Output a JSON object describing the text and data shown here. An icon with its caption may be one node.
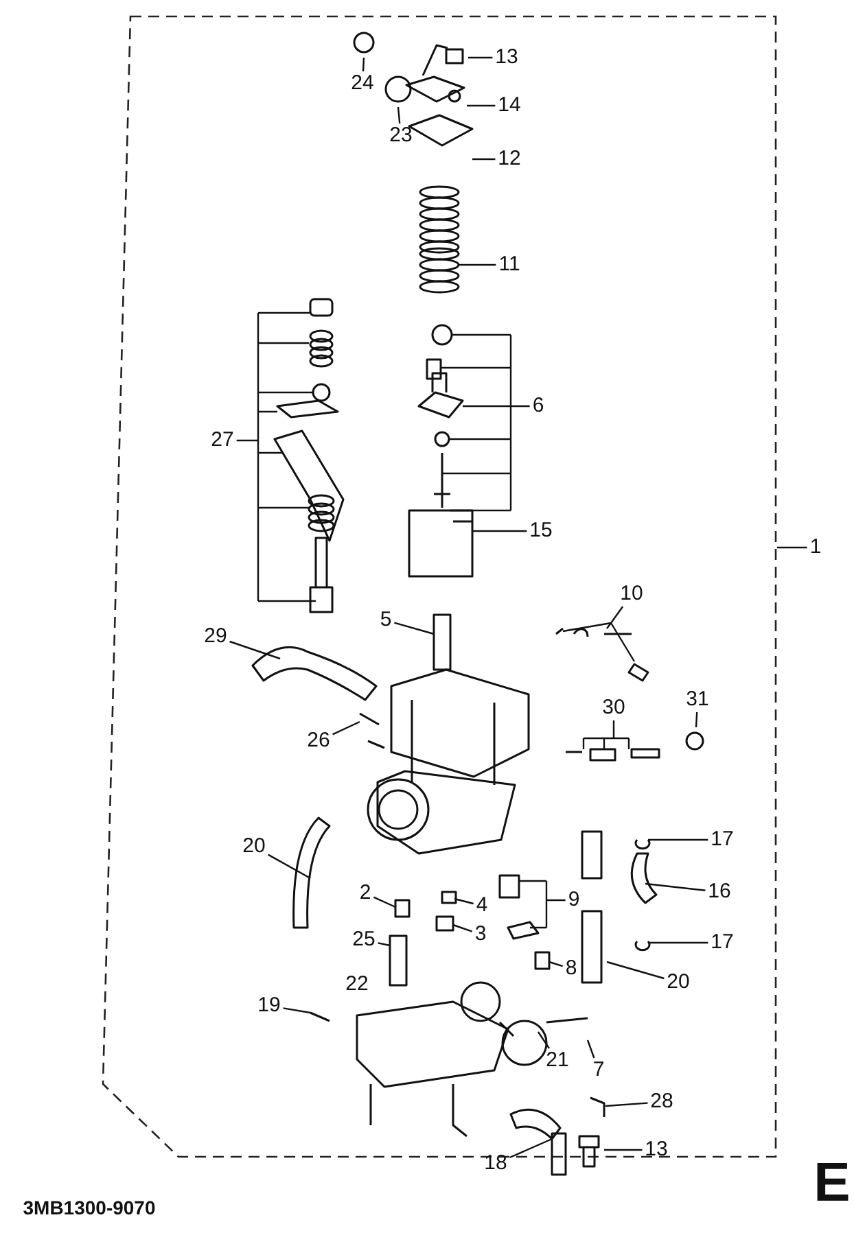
{
  "diagram": {
    "nodes": [
      {
        "text": [
          "24"
        ]
      },
      {
        "text": [
          "23"
        ]
      },
      {
        "text": [
          "13"
        ]
      },
      {
        "text": [
          "14"
        ]
      },
      {
        "text": [
          "12"
        ]
      },
      {
        "text": [
          "11"
        ]
      },
      {
        "text": [
          "27"
        ]
      },
      {
        "text": [
          "6"
        ]
      },
      {
        "text": [
          "15"
        ]
      },
      {
        "text": [
          "1"
        ]
      },
      {
        "text": [
          "10"
        ]
      },
      {
        "text": [
          "5"
        ]
      },
      {
        "text": [
          "29"
        ]
      },
      {
        "text": [
          "31"
        ]
      },
      {
        "text": [
          "26"
        ]
      },
      {
        "text": [
          "30"
        ]
      },
      {
        "text": [
          "20"
        ]
      },
      {
        "text": [
          "17"
        ]
      },
      {
        "text": [
          "16"
        ]
      },
      {
        "text": [
          "2"
        ]
      },
      {
        "text": [
          "4"
        ]
      },
      {
        "text": [
          "9"
        ]
      },
      {
        "text": [
          "3"
        ]
      },
      {
        "text": [
          "17"
        ]
      },
      {
        "text": [
          "8"
        ]
      },
      {
        "text": [
          "20"
        ]
      },
      {
        "text": [
          "25"
        ]
      },
      {
        "text": [
          "19"
        ]
      },
      {
        "text": [
          "21"
        ]
      },
      {
        "text": [
          "7"
        ]
      },
      {
        "text": [
          "28"
        ]
      },
      {
        "text": [
          "18"
        ]
      },
      {
        "text": [
          "13"
        ]
      }
    ],
    "edges": [
      {
        "from": 0,
        "to": null,
        "arrow": "none"
      },
      {
        "from": 1,
        "to": null,
        "arrow": "none"
      },
      {
        "from": 2,
        "to": null,
        "arrow": "none"
      },
      {
        "from": 3,
        "to": null,
        "arrow": "none"
      },
      {
        "from": 4,
        "to": null,
        "arrow": "none"
      },
      {
        "from": 5,
        "to": null,
        "arrow": "none"
      },
      {
        "from": 6,
        "to": null,
        "arrow": "none"
      },
      {
        "from": 7,
        "to": null,
        "arrow": "none"
      },
      {
        "from": 8,
        "to": null,
        "arrow": "none"
      },
      {
        "from": 9,
        "to": null,
        "arrow": "none"
      },
      {
        "from": 10,
        "to": null,
        "arrow": "none"
      },
      {
        "from": 11,
        "to": null,
        "arrow": "none"
      },
      {
        "from": 12,
        "to": null,
        "arrow": "none"
      },
      {
        "from": 13,
        "to": null,
        "arrow": "none"
      },
      {
        "from": 14,
        "to": null,
        "arrow": "none"
      },
      {
        "from": 15,
        "to": null,
        "arrow": "none"
      },
      {
        "from": 16,
        "to": null,
        "arrow": "none"
      },
      {
        "from": 17,
        "to": null,
        "arrow": "none"
      },
      {
        "from": 18,
        "to": null,
        "arrow": "none"
      },
      {
        "from": 19,
        "to": null,
        "arrow": "none"
      },
      {
        "from": 20,
        "to": null,
        "arrow": "none"
      },
      {
        "from": 21,
        "to": null,
        "arrow": "none"
      },
      {
        "from": 22,
        "to": null,
        "arrow": "none"
      },
      {
        "from": 23,
        "to": null,
        "arrow": "none"
      },
      {
        "from": 24,
        "to": null,
        "arrow": "none"
      },
      {
        "from": 25,
        "to": null,
        "arrow": "none"
      },
      {
        "from": 26,
        "to": null,
        "arrow": "none"
      },
      {
        "from": 27,
        "to": null,
        "arrow": "none"
      },
      {
        "from": 28,
        "to": null,
        "arrow": "none"
      },
      {
        "from": 29,
        "to": null,
        "arrow": "none"
      },
      {
        "from": 30,
        "to": null,
        "arrow": "none"
      },
      {
        "from": 31,
        "to": null,
        "arrow": "none"
      },
      {
        "from": 32,
        "to": null,
        "arrow": "none"
      }
    ],
    "labels": [
      "22",
      "3MB1300-9070",
      "E"
    ]
  }
}
